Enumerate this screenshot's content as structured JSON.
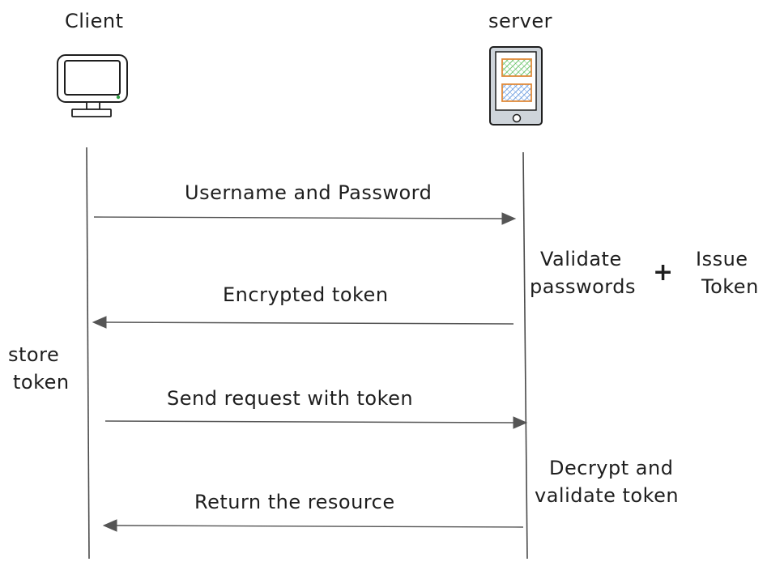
{
  "participants": {
    "client_label": "Client",
    "server_label": "server"
  },
  "messages": [
    {
      "label": "Username and Password",
      "direction": "client-to-server"
    },
    {
      "label": "Encrypted token",
      "direction": "server-to-client"
    },
    {
      "label": "Send request with token",
      "direction": "client-to-server"
    },
    {
      "label": "Return the resource",
      "direction": "server-to-client"
    }
  ],
  "notes": {
    "validate_line1": "Validate",
    "validate_line2": "passwords",
    "plus": "+",
    "issue_line1": "Issue",
    "issue_line2": "Token",
    "store_line1": "store",
    "store_line2": "token",
    "decrypt_line1": "Decrypt and",
    "decrypt_line2": "validate token"
  },
  "icons": {
    "client": "desktop-monitor-icon",
    "server": "server-device-icon"
  },
  "colors": {
    "ink": "#1e1e1e",
    "server_card_top_fill": "#8bd48b",
    "server_card_top_border": "#e08a3a",
    "server_card_bottom_fill": "#8ab4e8",
    "server_card_bottom_border": "#e08a3a",
    "server_body_fill": "#ced4da"
  }
}
